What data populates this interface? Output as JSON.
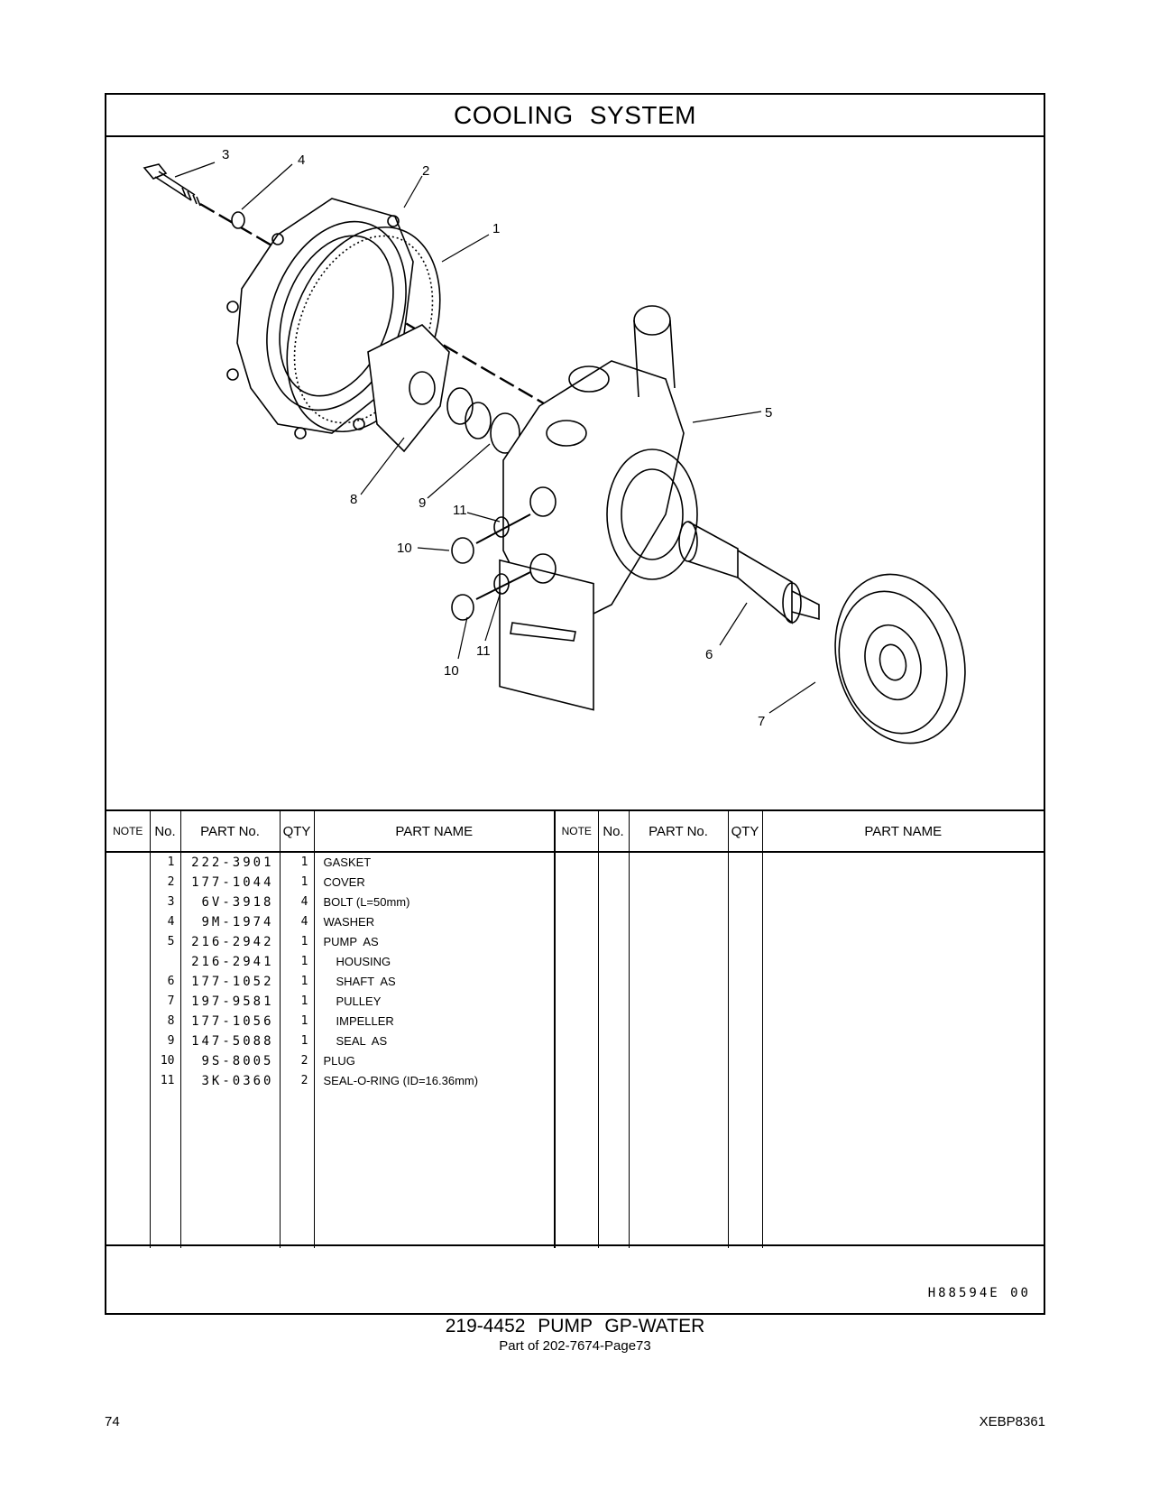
{
  "section_title": "COOLING   SYSTEM",
  "callouts": [
    "3",
    "4",
    "2",
    "1",
    "5",
    "8",
    "9",
    "11",
    "10",
    "11",
    "10",
    "6",
    "7"
  ],
  "table": {
    "headers": {
      "note": "NOTE",
      "no": "No.",
      "part_no": "PART No.",
      "qty": "QTY",
      "part_name": "PART NAME"
    },
    "rows": [
      {
        "no": "1",
        "part_no": "222-3901",
        "qty": "1",
        "name": "GASKET",
        "indent": false
      },
      {
        "no": "2",
        "part_no": "177-1044",
        "qty": "1",
        "name": "COVER",
        "indent": false
      },
      {
        "no": "3",
        "part_no": "6V-3918",
        "qty": "4",
        "name": "BOLT (L=50mm)",
        "indent": false
      },
      {
        "no": "4",
        "part_no": "9M-1974",
        "qty": "4",
        "name": "WASHER",
        "indent": false
      },
      {
        "no": "5",
        "part_no": "216-2942",
        "qty": "1",
        "name": "PUMP  AS",
        "indent": false
      },
      {
        "no": "",
        "part_no": "216-2941",
        "qty": "1",
        "name": "HOUSING",
        "indent": true
      },
      {
        "no": "6",
        "part_no": "177-1052",
        "qty": "1",
        "name": "SHAFT  AS",
        "indent": true
      },
      {
        "no": "7",
        "part_no": "197-9581",
        "qty": "1",
        "name": "PULLEY",
        "indent": true
      },
      {
        "no": "8",
        "part_no": "177-1056",
        "qty": "1",
        "name": "IMPELLER",
        "indent": true
      },
      {
        "no": "9",
        "part_no": "147-5088",
        "qty": "1",
        "name": "SEAL  AS",
        "indent": true
      },
      {
        "no": "10",
        "part_no": "9S-8005",
        "qty": "2",
        "name": "PLUG",
        "indent": false
      },
      {
        "no": "11",
        "part_no": "3K-0360",
        "qty": "2",
        "name": "SEAL-O-RING (ID=16.36mm)",
        "indent": false
      }
    ]
  },
  "illustration_code": "H88594E   00",
  "group_title": "219-4452   PUMP  GP-WATER",
  "group_subtitle": "Part of 202-7674-Page73",
  "page_number": "74",
  "document_code": "XEBP8361"
}
